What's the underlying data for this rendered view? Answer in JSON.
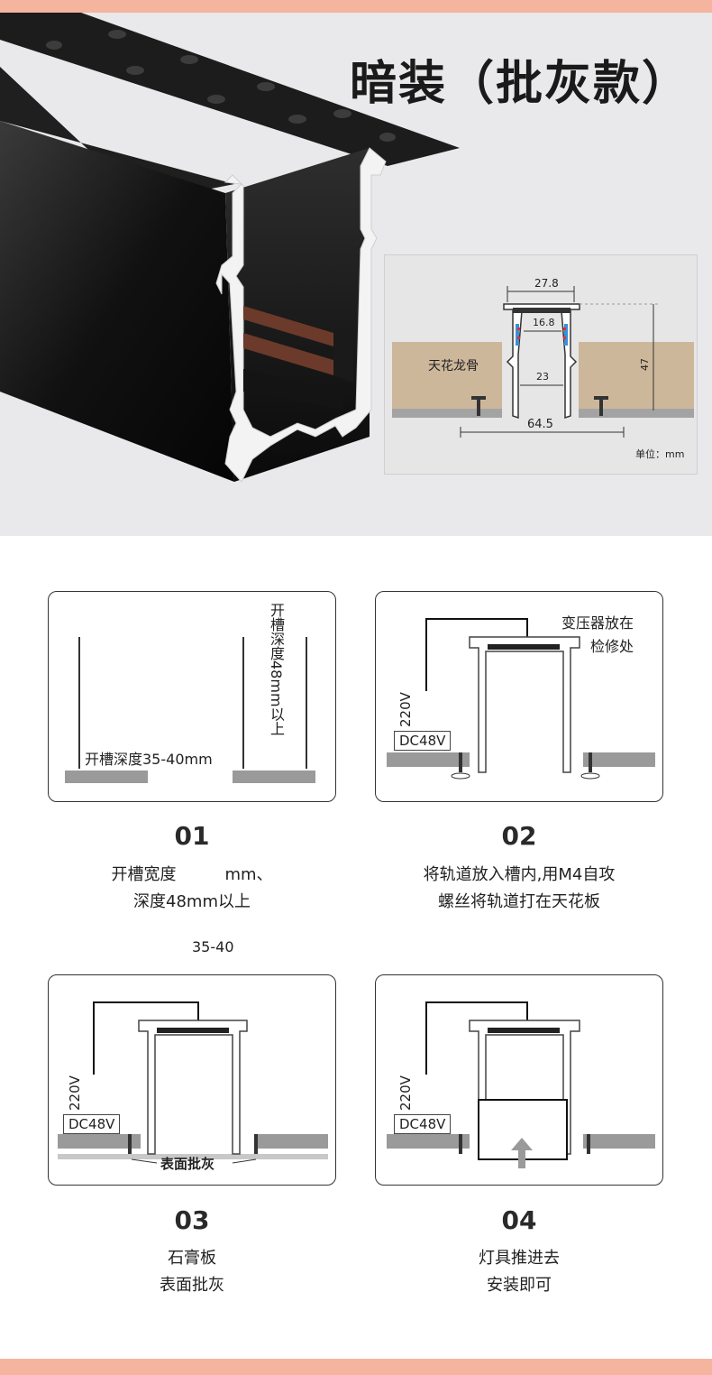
{
  "hero": {
    "title": "暗装（批灰款）",
    "dimensions": {
      "top_width": "27.8",
      "inner_width": "16.8",
      "slot_width": "23",
      "flange_width": "64.5",
      "height": "47",
      "ceiling_label": "天花龙骨",
      "unit_label": "单位：mm"
    }
  },
  "steps": [
    {
      "number": "01",
      "desc": "开槽宽度　　　mm、\n深度48mm以上",
      "extra": "35-40",
      "diagram": {
        "slot_depth_label": "开槽深度35-40mm",
        "slot_depth_vertical": "开槽深度48mm以上"
      }
    },
    {
      "number": "02",
      "desc": "将轨道放入槽内,用M4自攻\n螺丝将轨道打在天花板",
      "diagram": {
        "transformer_note": "变压器放在\n检修处",
        "voltage": "220V",
        "dc_label": "DC48V"
      }
    },
    {
      "number": "03",
      "desc": "石膏板\n表面批灰",
      "diagram": {
        "voltage": "220V",
        "dc_label": "DC48V",
        "surface_label": "表面批灰"
      }
    },
    {
      "number": "04",
      "desc": "灯具推进去\n安装即可",
      "diagram": {
        "voltage": "220V",
        "dc_label": "DC48V"
      }
    }
  ],
  "colors": {
    "accent_bar": "#f5b49e",
    "hero_bg": "#e9e8ea",
    "ceiling_wood": "#cdb79b",
    "board_gray": "#9a9a9a"
  }
}
